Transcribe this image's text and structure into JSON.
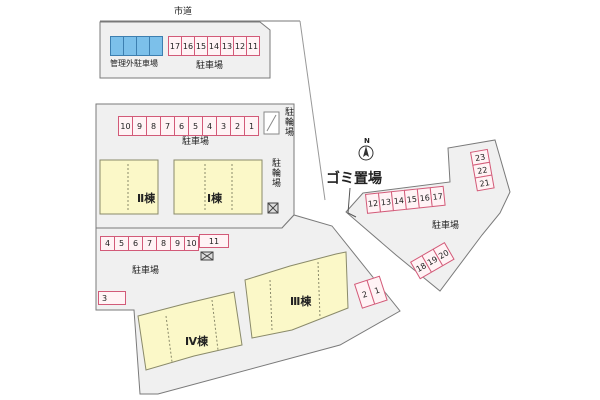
{
  "road_label": "市道",
  "outside_parking_label": "管理外駐車場",
  "outside_parking_cells": 4,
  "top_parking": {
    "spaces": [
      "17",
      "16",
      "15",
      "14",
      "13",
      "12",
      "11"
    ],
    "label": "駐車場"
  },
  "north_parking": {
    "spaces": [
      "10",
      "9",
      "8",
      "7",
      "6",
      "5",
      "4",
      "3",
      "2",
      "1"
    ],
    "label": "駐車場"
  },
  "bicycle_parking_1": "駐輪場",
  "bicycle_parking_2": "駐輪場",
  "building_1": "Ⅰ棟",
  "building_2": "Ⅱ棟",
  "building_3": "Ⅲ棟",
  "building_4": "Ⅳ棟",
  "middle_parking": {
    "spaces": [
      "4",
      "5",
      "6",
      "7",
      "8",
      "9",
      "10"
    ],
    "extra": "11",
    "label": "駐車場",
    "single": "3"
  },
  "east_parking": {
    "row": [
      "12",
      "13",
      "14",
      "15",
      "16",
      "17"
    ],
    "column": [
      "23",
      "22",
      "21"
    ],
    "bottom": [
      "18",
      "19",
      "20"
    ],
    "label": "駐車場"
  },
  "south_parking": [
    "2",
    "1"
  ],
  "garbage_label": "ゴミ置場",
  "north_mark": "N",
  "colors": {
    "lot": "#f0f0f0",
    "lot_border": "#7a7a7a",
    "building": "#fbf8c8",
    "slot": "#d25a78",
    "outside": "#7cc0ea"
  }
}
